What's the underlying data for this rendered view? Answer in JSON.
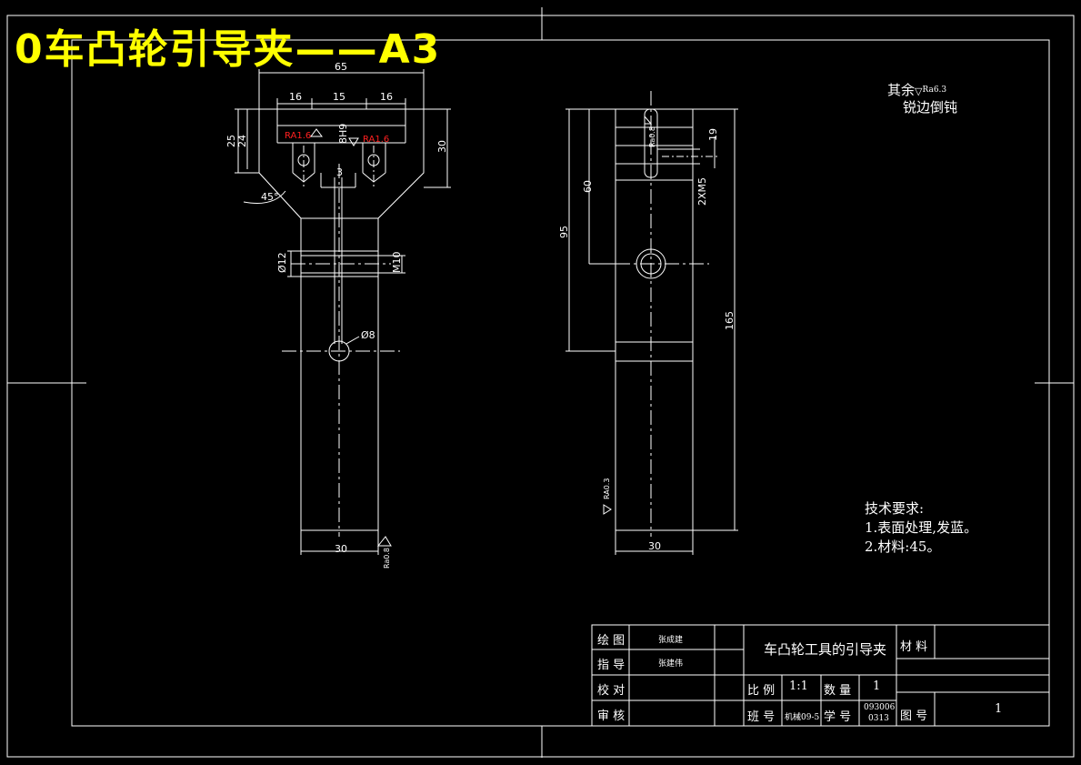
{
  "title": "0车凸轮引导夹——A3",
  "notes": {
    "roughness_other_prefix": "其余",
    "roughness_other_value": "Ra6.3",
    "deburr": "锐边倒钝",
    "tech_req_title": "技术要求:",
    "tech_req_1": "1.表面处理,发蓝。",
    "tech_req_2": "2.材料:45。"
  },
  "dimensions": {
    "d65": "65",
    "d16a": "16",
    "d15": "15",
    "d16b": "16",
    "d25": "25",
    "d24": "24",
    "d30_right": "30",
    "d8h9": "8H9",
    "d3": "3",
    "d45": "45°",
    "d12": "Ø12",
    "d10": "M10",
    "d8": "Ø8",
    "d30_bottom_left": "30",
    "ra08_left": "Ra0.8",
    "ra16_a": "RA1.6",
    "ra16_b": "RA1.6",
    "d60": "60",
    "d95": "95",
    "d165": "165",
    "d19": "19",
    "d2xm5": "2XM5",
    "ra08_side": "Ra0.8",
    "ra03_side": "RA0.3",
    "d30_bottom_right": "30"
  },
  "title_block": {
    "draw_label": "绘 图",
    "draw_value": "张成建",
    "guide_label": "指 导",
    "guide_value": "张建伟",
    "check_label": "校 对",
    "review_label": "审 核",
    "part_name": "车凸轮工具的引导夹",
    "material_label": "材 料",
    "scale_label": "比 例",
    "scale_value": "1:1",
    "qty_label": "数 量",
    "qty_value": "1",
    "class_label": "班 号",
    "class_value": "机械09-5",
    "id_label": "学 号",
    "id_value_1": "093006",
    "id_value_2": "0313",
    "drawing_no_label": "图 号",
    "drawing_no_value": "1"
  }
}
